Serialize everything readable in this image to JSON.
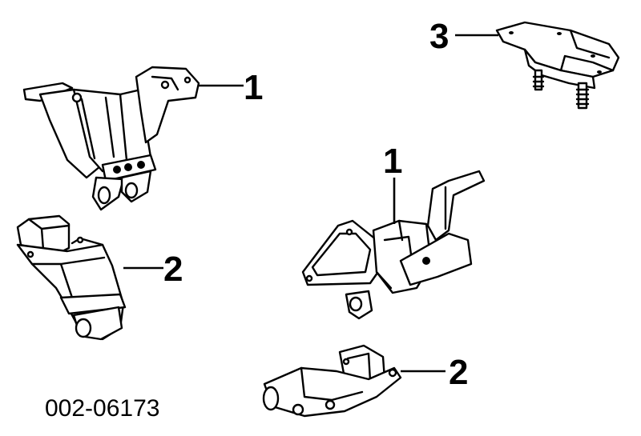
{
  "callouts": {
    "part_a": "1",
    "part_b": "2",
    "part_c": "3",
    "part_d": "1",
    "part_e": "2"
  },
  "document_number": "002-06173"
}
